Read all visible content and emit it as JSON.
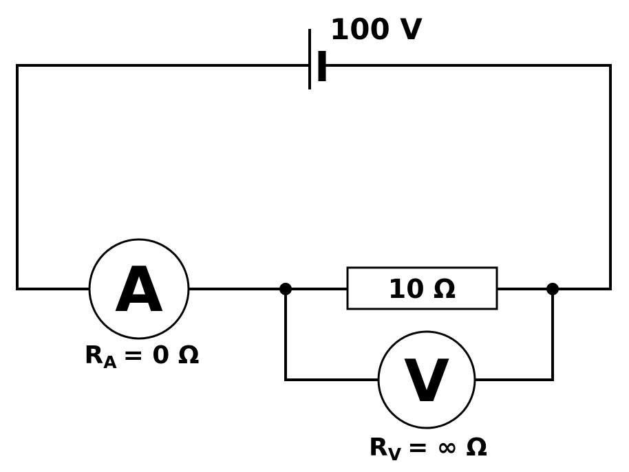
{
  "circuit": {
    "battery": {
      "voltage_label": "100 V"
    },
    "resistor": {
      "value_label": "10 Ω"
    },
    "ammeter": {
      "symbol": "A",
      "resistance": {
        "base": "R",
        "sub": "A",
        "rest": "= 0 Ω"
      }
    },
    "voltmeter": {
      "symbol": "V",
      "resistance": {
        "base": "R",
        "sub": "V",
        "rest": "= ∞ Ω"
      }
    },
    "colors": {
      "wire": "#000000",
      "background": "#ffffff"
    }
  }
}
